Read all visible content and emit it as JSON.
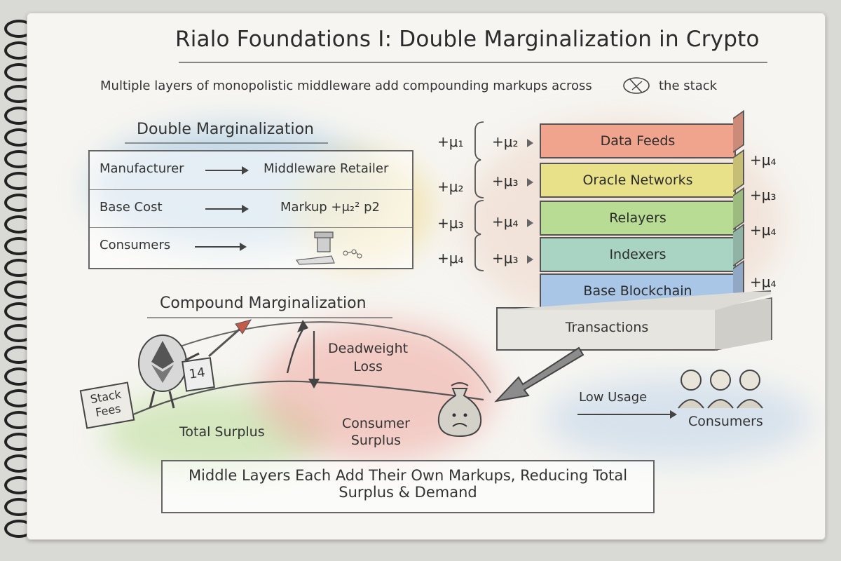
{
  "title": "Rialo Foundations I: Double Marginalization in Crypto",
  "subtitle": "Multiple layers of monopolistic middleware add compounding markups across",
  "subtitle_end": "the stack",
  "double_marginalization": {
    "heading": "Double Marginalization",
    "rows": [
      {
        "left": "Manufacturer",
        "right": "Middleware Retailer"
      },
      {
        "left": "Base Cost",
        "right": "Markup +μ₂² p2"
      },
      {
        "left": "Consumers",
        "right": ""
      }
    ]
  },
  "stack": {
    "layers": [
      {
        "label": "Data Feeds",
        "color": "#f0a48e"
      },
      {
        "label": "Oracle Networks",
        "color": "#e9e08a"
      },
      {
        "label": "Relayers",
        "color": "#b9dc95"
      },
      {
        "label": "Indexers",
        "color": "#a9d3c2"
      },
      {
        "label": "Base Blockchain",
        "color": "#a9c6e6"
      }
    ],
    "base": "Transactions",
    "outer_markups": [
      "+μ₁",
      "+μ₂",
      "+μ₃",
      "+μ₄"
    ],
    "inner_markups": [
      "+μ₂",
      "+μ₃",
      "+μ₄",
      "+μ₃"
    ],
    "right_markups": [
      "+μ₄",
      "+μ₃",
      "+μ₄",
      "+μ₄"
    ]
  },
  "compound": {
    "heading": "Compound Marginalization",
    "deadweight": [
      "Deadweight",
      "Loss"
    ],
    "total_surplus": "Total Surplus",
    "consumer_surplus": [
      "Consumer",
      "Surplus"
    ],
    "stack_fees": [
      "Stack",
      "Fees"
    ],
    "box_label": "14"
  },
  "usage": {
    "low_usage": "Low Usage",
    "consumers": "Consumers"
  },
  "conclusion": [
    "Middle Layers Each Add Their Own Markups, Reducing Total",
    "Surplus & Demand"
  ]
}
